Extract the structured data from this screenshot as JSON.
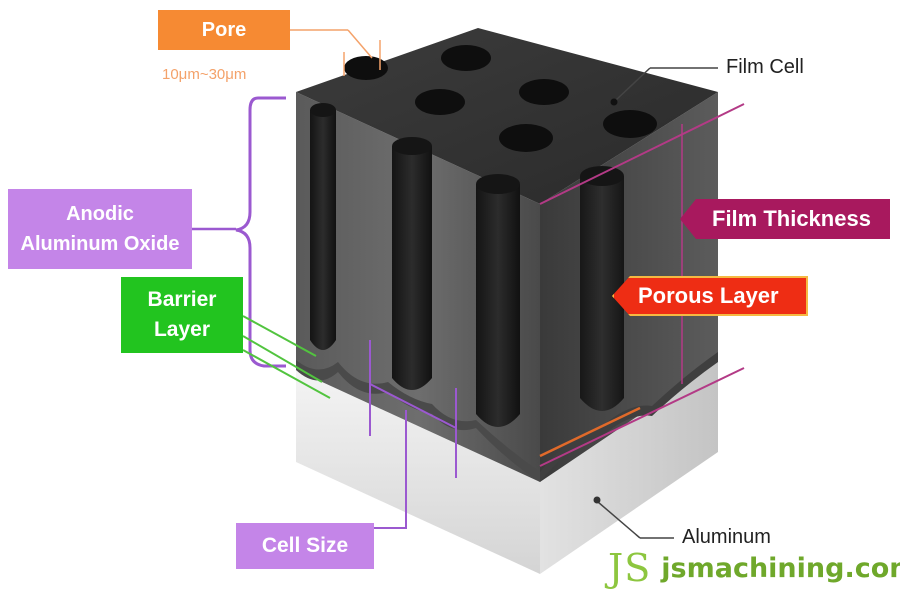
{
  "labels": {
    "pore": "Pore",
    "pore_size": "10μm~30μm",
    "anodic_line1": "Anodic",
    "anodic_line2": "Aluminum Oxide",
    "barrier_line1": "Barrier",
    "barrier_line2": "Layer",
    "cell_size": "Cell Size",
    "film_cell": "Film Cell",
    "film_thickness": "Film Thickness",
    "porous_layer": "Porous Layer",
    "aluminum": "Aluminum"
  },
  "watermark": {
    "logo": "JS",
    "site": "jsmachining.com"
  },
  "colors": {
    "pore_tag": "#f68a33",
    "anodic_tag": "#c485e8",
    "barrier_tag": "#22c41f",
    "cell_size_tag": "#c485e8",
    "film_thickness_tag": "#a8195e",
    "porous_layer_tag": "#ee2d14",
    "oxide_block": "#3c3c3c",
    "aluminum_base": "#e6e6e6",
    "watermark": "#8dc63f"
  }
}
